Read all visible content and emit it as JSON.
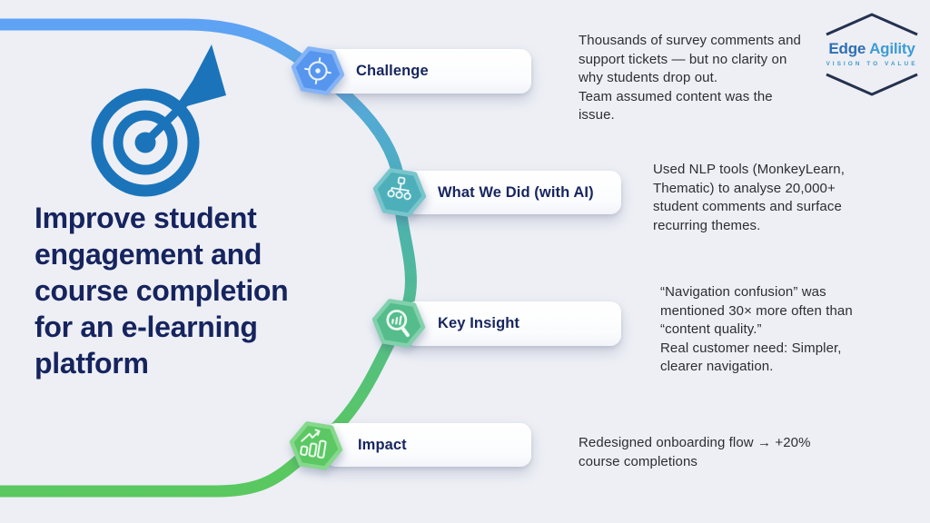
{
  "page": {
    "background": "#edeff5"
  },
  "title": "Improve student engagement and course completion for an e-learning platform",
  "logo": {
    "name_part1": "Edge",
    "name_part2": "Agility",
    "tagline": "VISION TO VALUE",
    "chevron_color": "#24314e",
    "name_color_1": "#2e6fb2",
    "name_color_2": "#3e9bd6"
  },
  "target_graphic": {
    "color": "#1b74ba"
  },
  "curve": {
    "stops": {
      "0": "#5fa2f7",
      "1": "#4bafba",
      "2": "#53bd8b",
      "3": "#59c763",
      "4": "#5ac85f"
    }
  },
  "milestones": [
    {
      "label": "Challenge",
      "icon": "crosshair-target-icon",
      "hex_color": "#5796ef",
      "rim_color": "#84b4f5",
      "description": "Thousands of survey comments and support tickets — but no clarity on why students drop out.\n Team assumed content was the issue."
    },
    {
      "label": "What We Did (with AI)",
      "icon": "hierarchy-sitemap-icon",
      "hex_color": "#4dafb9",
      "rim_color": "#79c5cc",
      "description": "Used NLP tools (MonkeyLearn, Thematic) to analyse 20,000+ student comments and surface recurring themes."
    },
    {
      "label": "Key Insight",
      "icon": "magnifier-chart-icon",
      "hex_color": "#55bd8c",
      "rim_color": "#82d0ac",
      "description": "“Navigation confusion” was mentioned 30× more often than “content quality.”\n Real customer need: Simpler, clearer navigation."
    },
    {
      "label": "Impact",
      "icon": "growth-bars-icon",
      "hex_color": "#5bc863",
      "rim_color": "#86d88c",
      "description": "Redesigned onboarding flow → +20% course completions"
    }
  ]
}
